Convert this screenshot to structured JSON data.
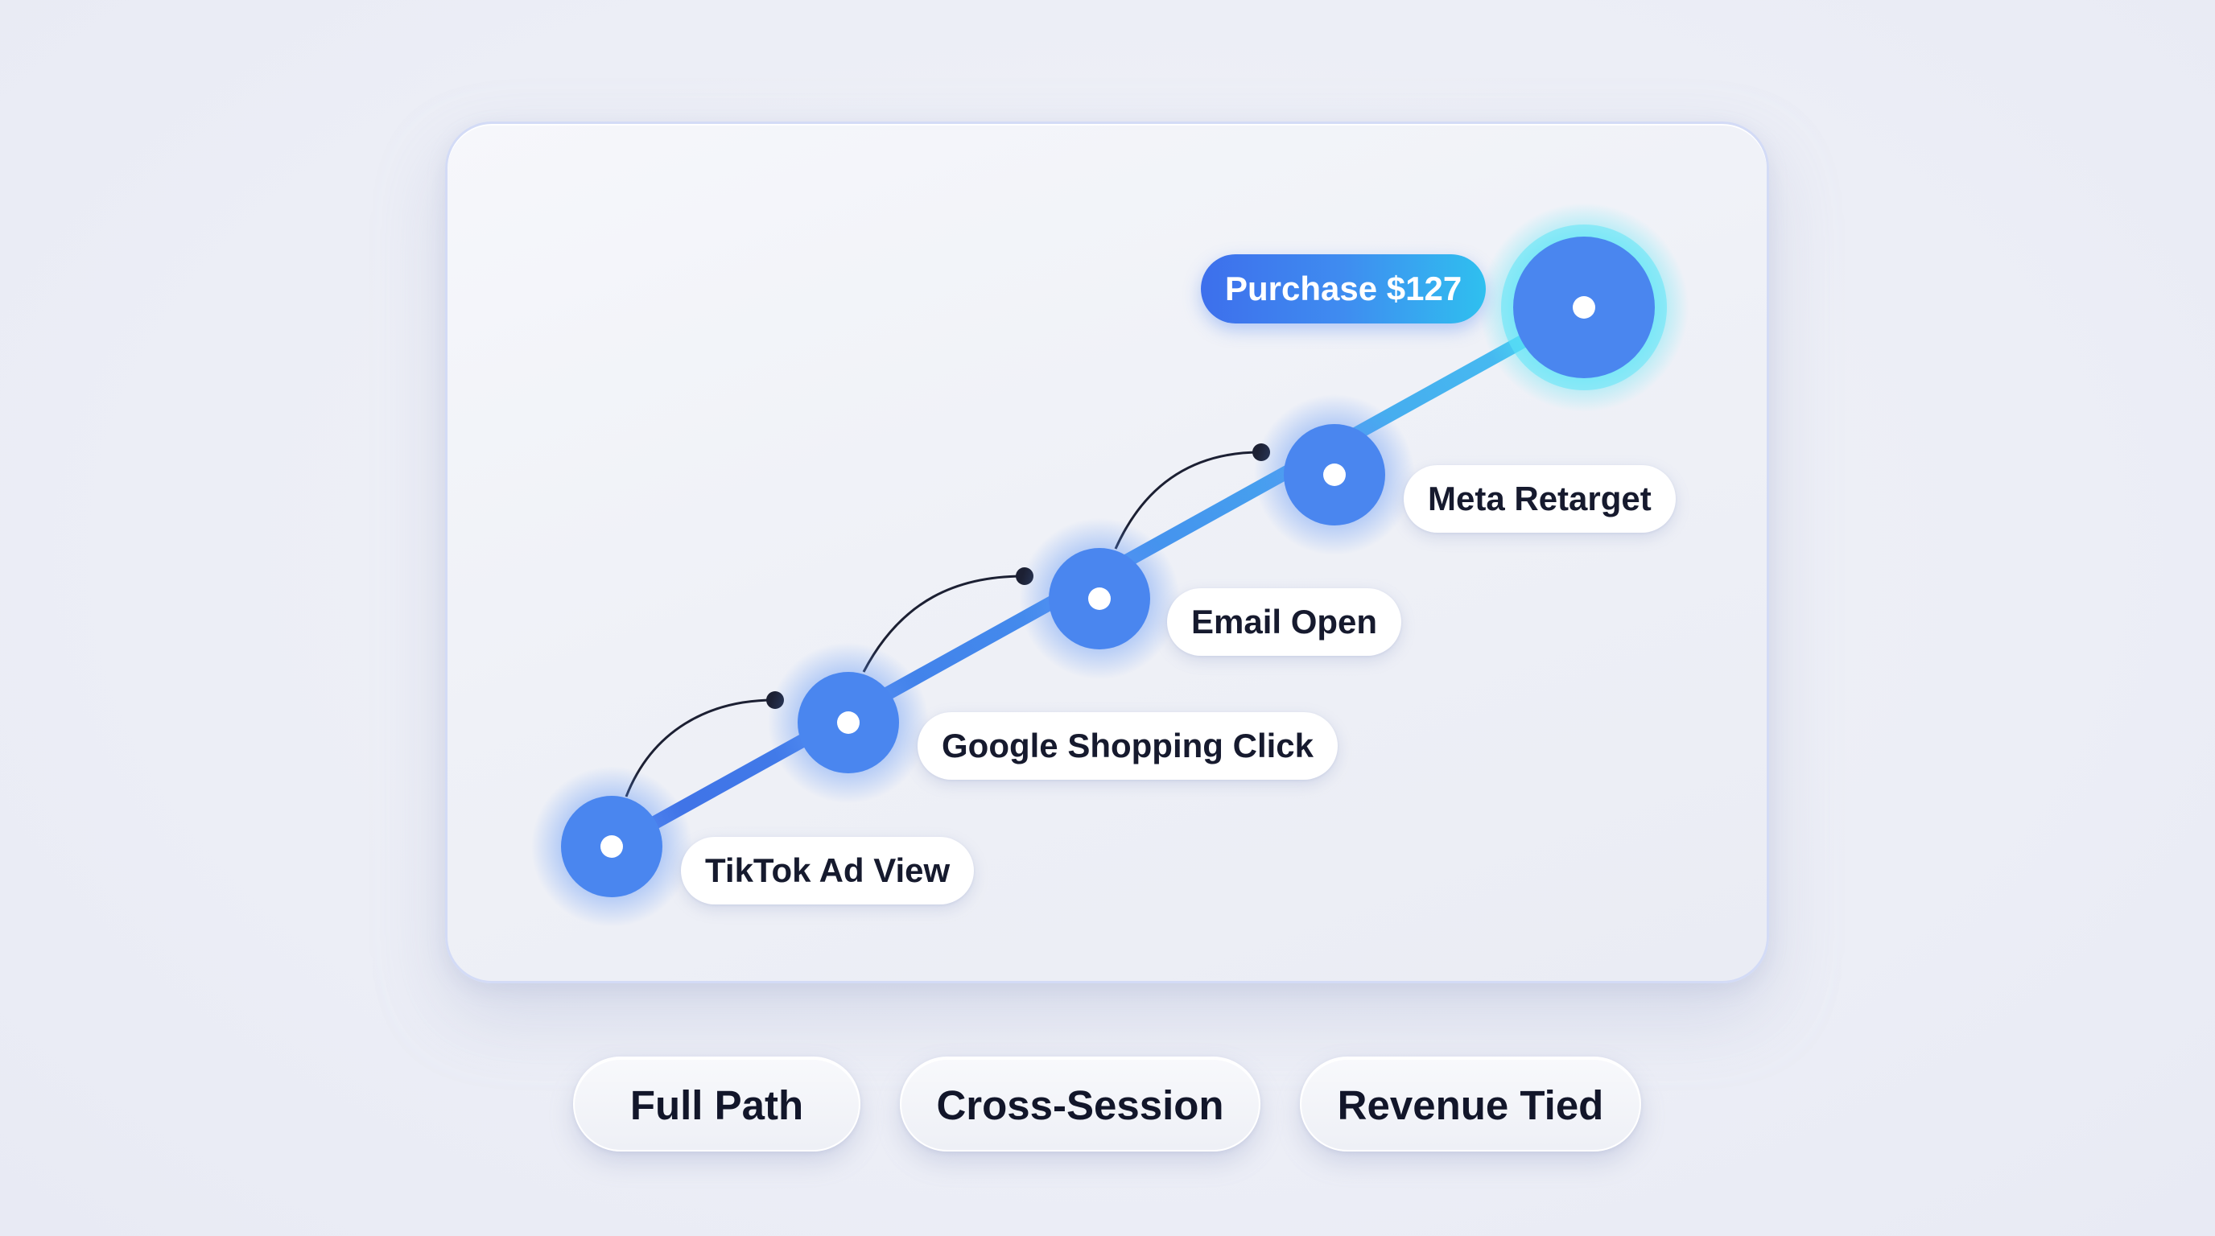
{
  "diagram": {
    "steps": [
      {
        "label": "TikTok Ad View"
      },
      {
        "label": "Google Shopping Click"
      },
      {
        "label": "Email Open"
      },
      {
        "label": "Meta Retarget"
      }
    ],
    "conversion": {
      "label": "Purchase $127"
    }
  },
  "features": [
    {
      "label": "Full Path"
    },
    {
      "label": "Cross-Session"
    },
    {
      "label": "Revenue Tied"
    }
  ],
  "colors": {
    "node_blue": "#4a86ef",
    "path_start": "#3f6fe6",
    "path_end": "#47c3f0",
    "glow_cyan": "#4be3f5",
    "connector": "#1c2033"
  }
}
